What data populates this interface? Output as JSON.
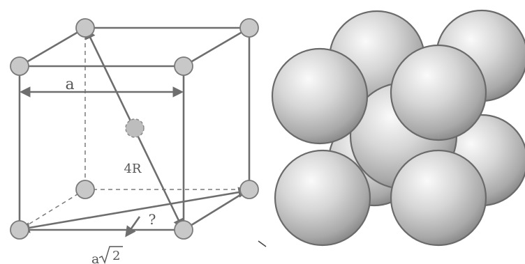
{
  "labels": {
    "edge_length": "a",
    "body_diagonal": "4R",
    "unknown": "?",
    "face_diagonal_prefix": "a",
    "face_diagonal_root": "2"
  },
  "colors": {
    "edge": "#6e6e6e",
    "atom_fill": "#c8c8c8",
    "sphere_highlight": "#f7f7f7",
    "sphere_shadow": "#8c8c8c",
    "background": "#ffffff"
  }
}
